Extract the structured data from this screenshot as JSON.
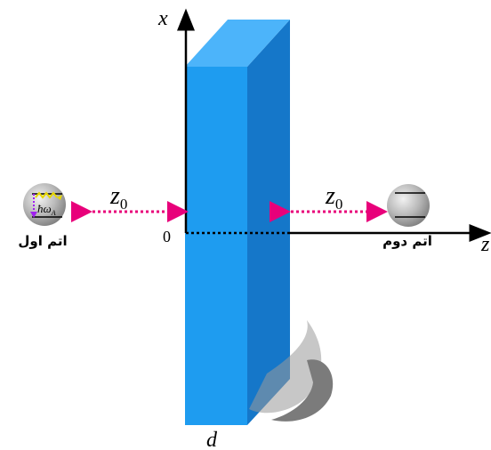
{
  "labels": {
    "x_axis": "x",
    "z_axis": "z",
    "origin": "0",
    "distance_left": "z",
    "distance_left_sub": "0",
    "distance_right": "z",
    "distance_right_sub": "0",
    "thickness": "d",
    "energy": "ħω",
    "energy_sub": "A",
    "atom_first": "اتم اول",
    "atom_second": "اتم دوم"
  },
  "colors": {
    "slab_front": "#1e9cf0",
    "slab_side": "#1577c9",
    "slab_top": "#4cb4fa",
    "arrow_magenta": "#e8007a",
    "axis": "#000000",
    "atom": "#b9b9b9",
    "photon": "#e8d800",
    "transition": "#a020f0"
  }
}
